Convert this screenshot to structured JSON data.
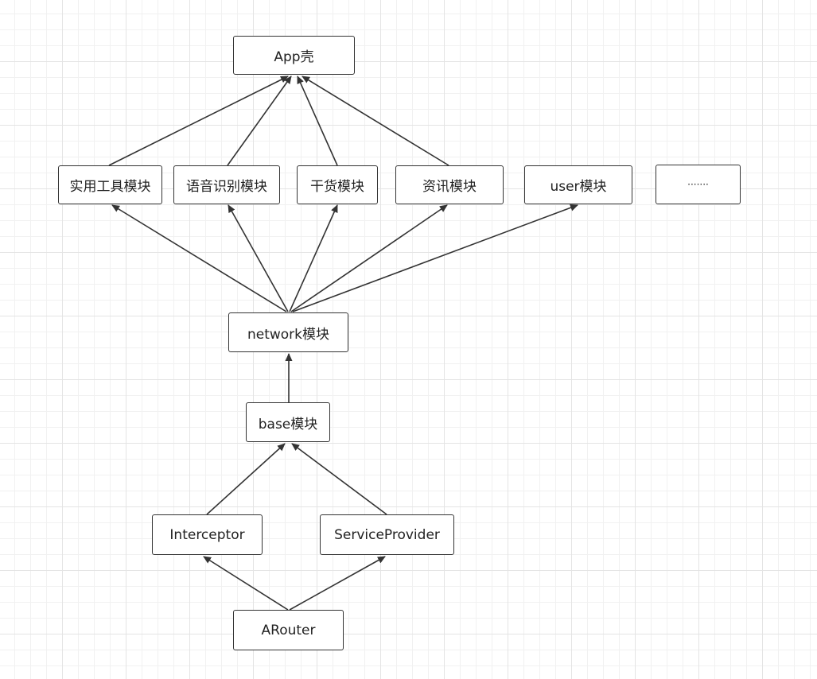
{
  "colors": {
    "stroke": "#333333",
    "text": "#222222",
    "grid": "#e4e4e4",
    "background": "#ffffff"
  },
  "nodes": {
    "app_shell": "App壳",
    "tools": "实用工具模块",
    "speech": "语音识别模块",
    "dry_goods": "干货模块",
    "news": "资讯模块",
    "user": "user模块",
    "more": "·······",
    "network": "network模块",
    "base": "base模块",
    "interceptor": "Interceptor",
    "service_provider": "ServiceProvider",
    "arouter": "ARouter"
  },
  "edges": [
    {
      "from": "tools",
      "to": "app_shell"
    },
    {
      "from": "speech",
      "to": "app_shell"
    },
    {
      "from": "dry_goods",
      "to": "app_shell"
    },
    {
      "from": "news",
      "to": "app_shell"
    },
    {
      "from": "network",
      "to": "tools"
    },
    {
      "from": "network",
      "to": "speech"
    },
    {
      "from": "network",
      "to": "dry_goods"
    },
    {
      "from": "network",
      "to": "news"
    },
    {
      "from": "network",
      "to": "user"
    },
    {
      "from": "base",
      "to": "network"
    },
    {
      "from": "interceptor",
      "to": "base"
    },
    {
      "from": "service_provider",
      "to": "base"
    },
    {
      "from": "arouter",
      "to": "interceptor"
    },
    {
      "from": "arouter",
      "to": "service_provider"
    }
  ]
}
